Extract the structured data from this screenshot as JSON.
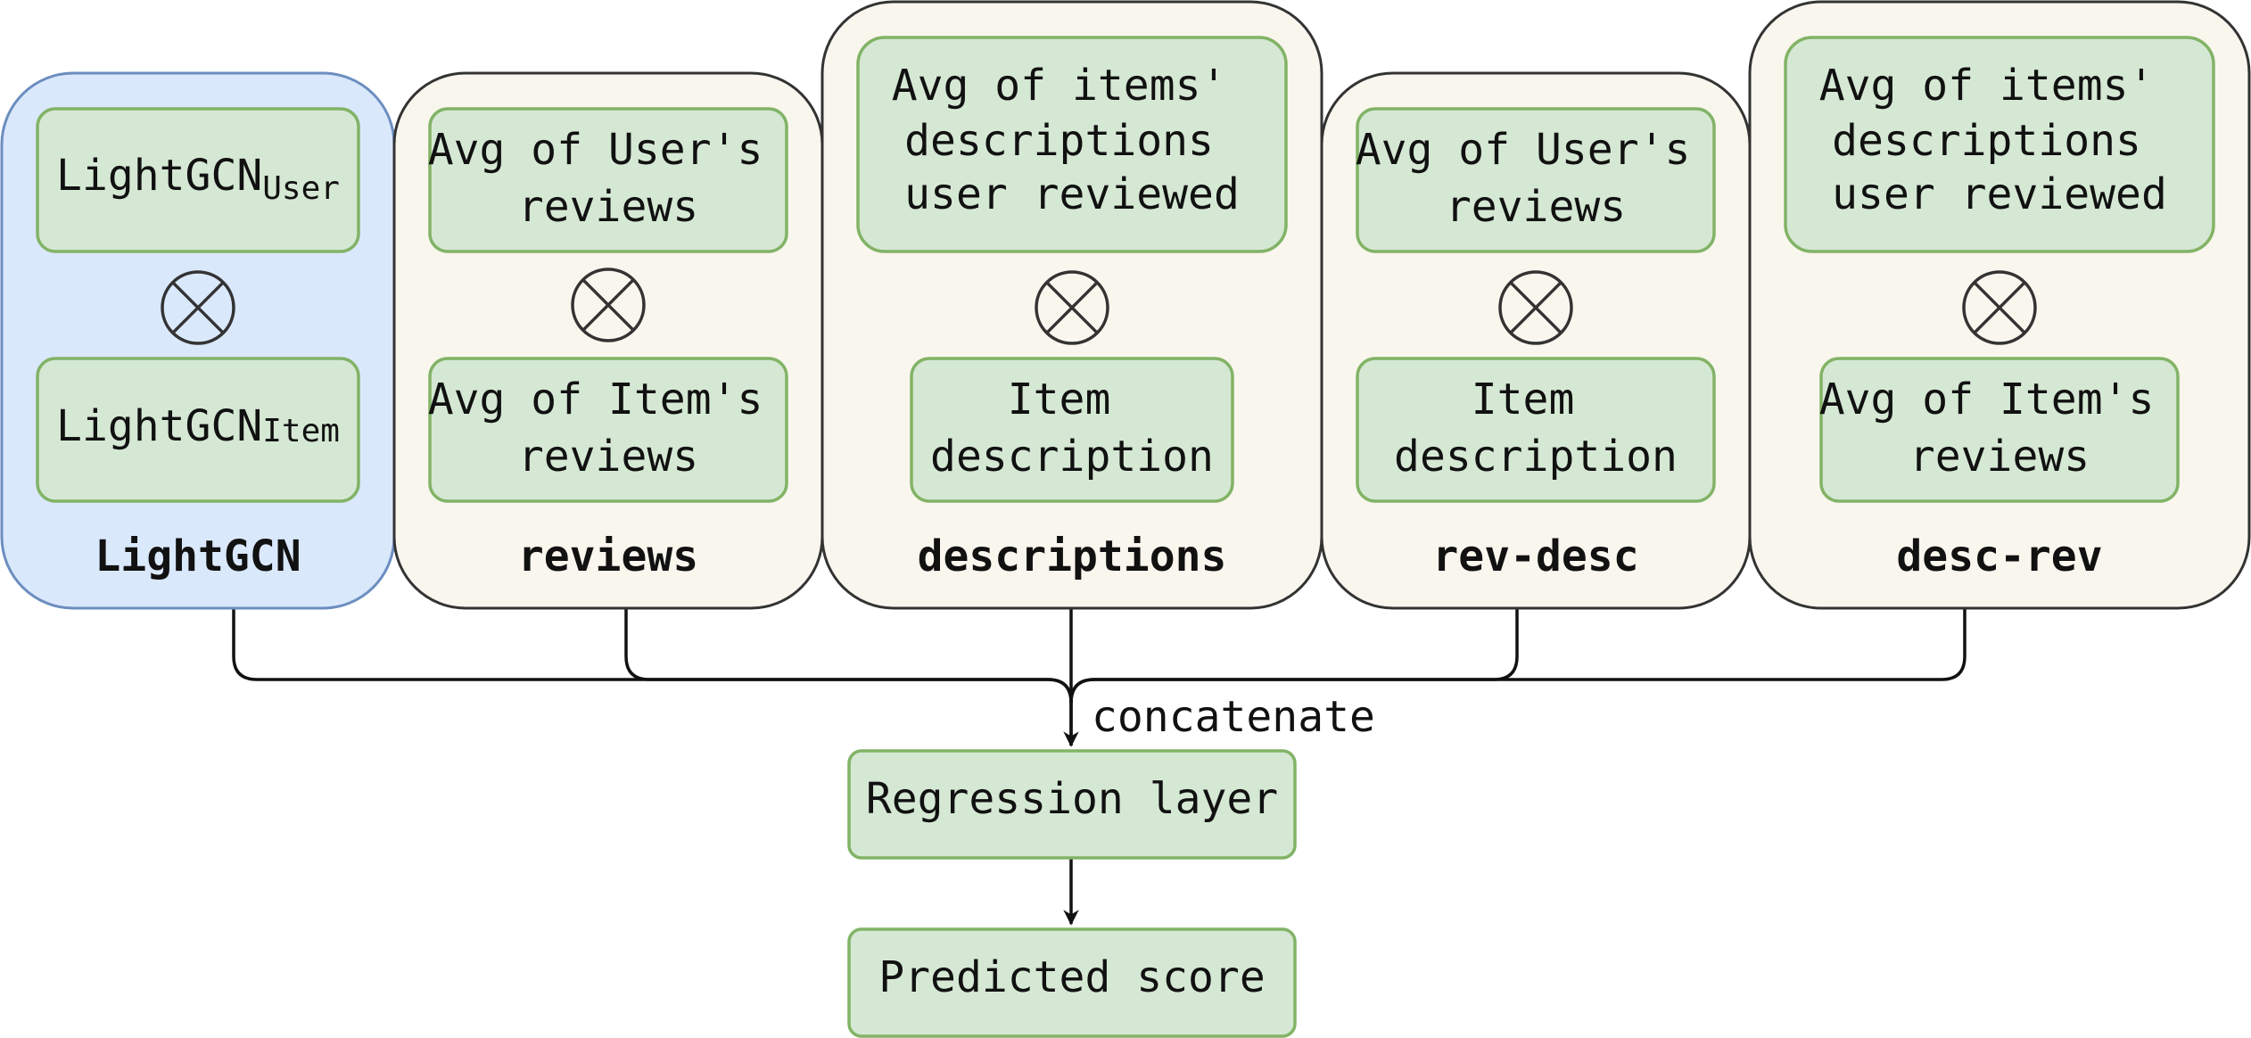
{
  "colors": {
    "lightgcn_panel": "#dae8fc",
    "lightgcn_border": "#6c8ebf",
    "variant_panel": "#f9f6ee",
    "variant_border": "#333333",
    "box_fill": "#d5e8d4",
    "box_border": "#82b366"
  },
  "panels": [
    {
      "title": "LightGCN",
      "top": {
        "base": "LightGCN",
        "sub": "User"
      },
      "bottom": {
        "base": "LightGCN",
        "sub": "Item"
      },
      "operator_icon": "circled-times"
    },
    {
      "title": "reviews",
      "top": {
        "lines": [
          "Avg of User's",
          "reviews"
        ]
      },
      "bottom": {
        "lines": [
          "Avg of Item's",
          "reviews"
        ]
      },
      "operator_icon": "circled-times"
    },
    {
      "title": "descriptions",
      "top": {
        "lines": [
          "Avg of items'",
          "descriptions",
          "user reviewed"
        ]
      },
      "bottom": {
        "lines": [
          "Item",
          "description"
        ]
      },
      "operator_icon": "circled-times"
    },
    {
      "title": "rev-desc",
      "top": {
        "lines": [
          "Avg of User's",
          "reviews"
        ]
      },
      "bottom": {
        "lines": [
          "Item",
          "description"
        ]
      },
      "operator_icon": "circled-times"
    },
    {
      "title": "desc-rev",
      "top": {
        "lines": [
          "Avg of items'",
          "descriptions",
          "user reviewed"
        ]
      },
      "bottom": {
        "lines": [
          "Avg of Item's",
          "reviews"
        ]
      },
      "operator_icon": "circled-times"
    }
  ],
  "concat_label": "concatenate",
  "regression_label": "Regression layer",
  "output_label": "Predicted score"
}
